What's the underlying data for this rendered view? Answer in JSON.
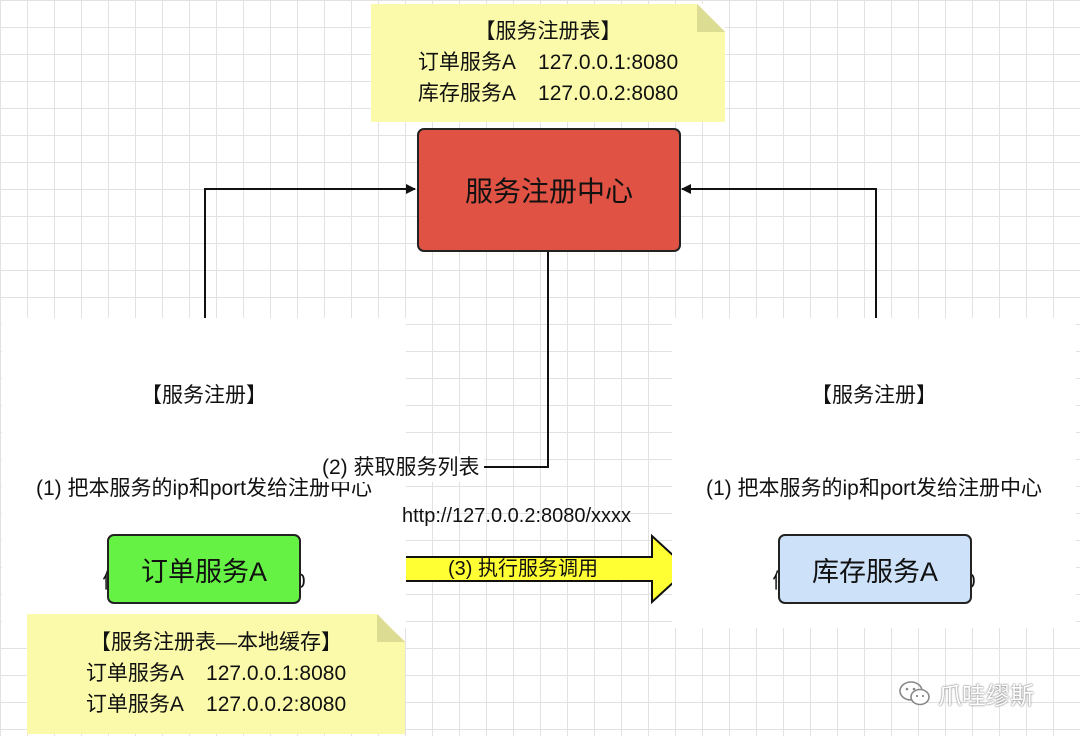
{
  "registry_note": {
    "title": "【服务注册表】",
    "rows": [
      "订单服务A    127.0.0.1:8080",
      "库存服务A    127.0.0.2:8080"
    ]
  },
  "center_node": {
    "label": "服务注册中心",
    "color": "#e05243"
  },
  "order_node": {
    "label": "订单服务A",
    "color": "#66f244"
  },
  "stock_node": {
    "label": "库存服务A",
    "color": "#cde1f9"
  },
  "left_label": {
    "title": "【服务注册】",
    "line1": "(1) 把本服务的ip和port发给注册中心",
    "line2": "例如：127.0.0.1:8080"
  },
  "right_label": {
    "title": "【服务注册】",
    "line1": "(1) 把本服务的ip和port发给注册中心",
    "line2": "例如：127.0.0.2:8080"
  },
  "fetch_label": "(2) 获取服务列表",
  "call_url": "http://127.0.0.2:8080/xxxx",
  "call_arrow": {
    "label": "(3) 执行服务调用",
    "color": "#ffff33"
  },
  "cache_note": {
    "title": "【服务注册表—本地缓存】",
    "rows": [
      "订单服务A    127.0.0.1:8080",
      "订单服务A    127.0.0.2:8080"
    ]
  },
  "watermark": {
    "text": "爪哇缪斯",
    "icon": "wechat-icon"
  }
}
